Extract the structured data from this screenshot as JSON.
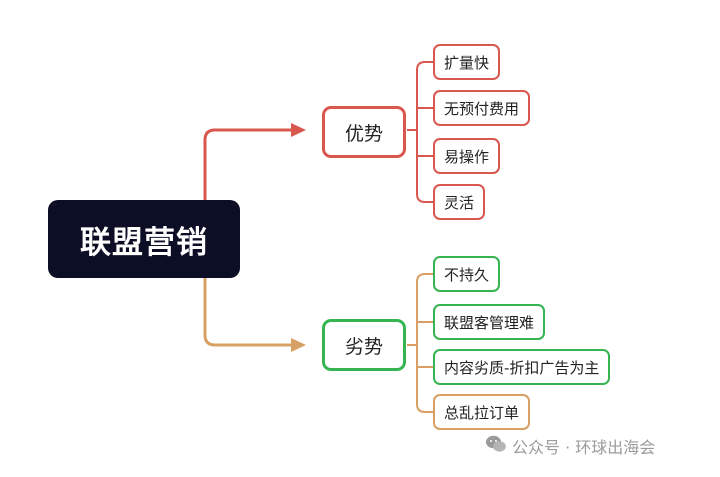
{
  "root": {
    "label": "联盟营销"
  },
  "advantages": {
    "label": "优势",
    "color": "#d9574f",
    "items": [
      "扩量快",
      "无预付费用",
      "易操作",
      "灵活"
    ]
  },
  "disadvantages": {
    "label": "劣势",
    "color": "#36b451",
    "connector_color": "#d8a064",
    "items": [
      "不持久",
      "联盟客管理难",
      "内容劣质-折扣广告为主",
      "总乱拉订单"
    ]
  },
  "watermark": {
    "text": "公众号 · 环球出海会",
    "icon": "wechat-icon"
  }
}
